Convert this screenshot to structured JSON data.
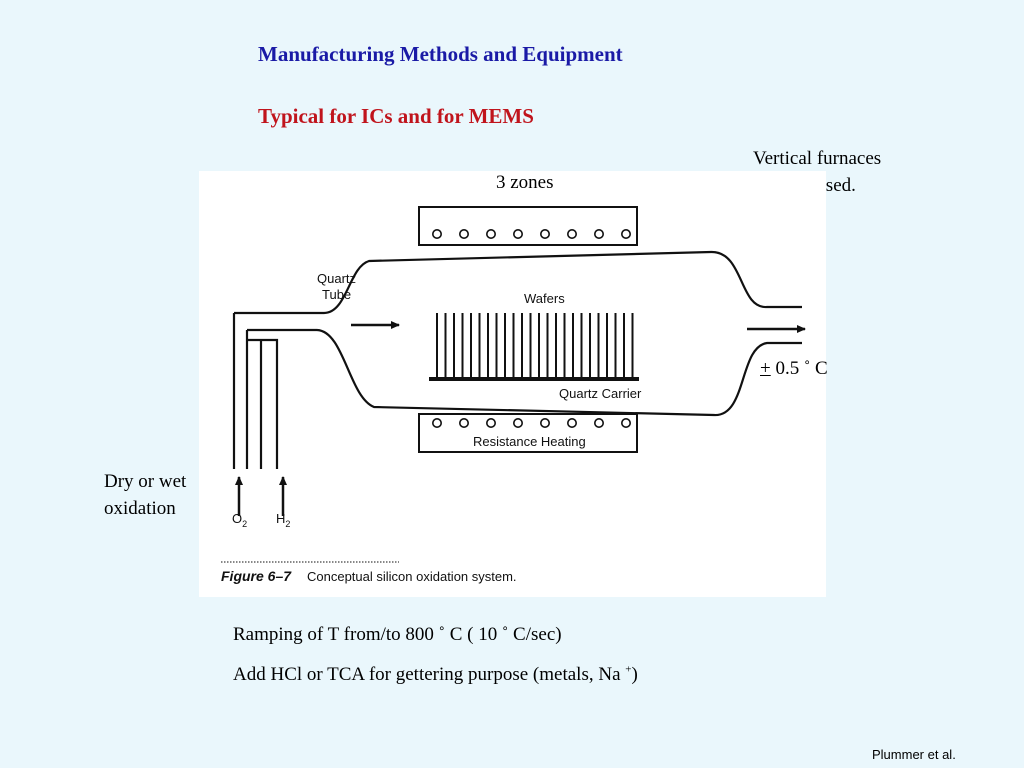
{
  "title": "Manufacturing Methods and Equipment",
  "subtitle": "Typical for ICs and for MEMS",
  "notes": {
    "vertical_line1": "Vertical furnaces",
    "vertical_line2": "are also used.",
    "dry_line1": "Dry or wet",
    "dry_line2": "oxidation",
    "tolerance_pm": "+",
    "tolerance_value": " 0.5 ˚  C"
  },
  "figure": {
    "zones_label": "3 zones",
    "quartz_tube_line1": "Quartz",
    "quartz_tube_line2": "Tube",
    "wafers_label": "Wafers",
    "quartz_carrier_label": "Quartz Carrier",
    "resistance_heating_label": "Resistance Heating",
    "gas1_main": "O",
    "gas1_sub": "2",
    "gas2_main": "H",
    "gas2_sub": "2",
    "caption_figure": "Figure 6–7",
    "caption_text": "Conceptual silicon oxidation system."
  },
  "bullets": {
    "ramping": "Ramping of T from/to  800 ˚  C ( 10 ˚  C/sec)",
    "add_hcl_main": "Add HCl or TCA for gettering purpose (metals, Na ",
    "add_hcl_sup": "+",
    "add_hcl_close": ")"
  },
  "credit": "Plummer et al.",
  "colors": {
    "background": "#eaf7fc",
    "title": "#1a1aa6",
    "subtitle": "#c0141c"
  }
}
